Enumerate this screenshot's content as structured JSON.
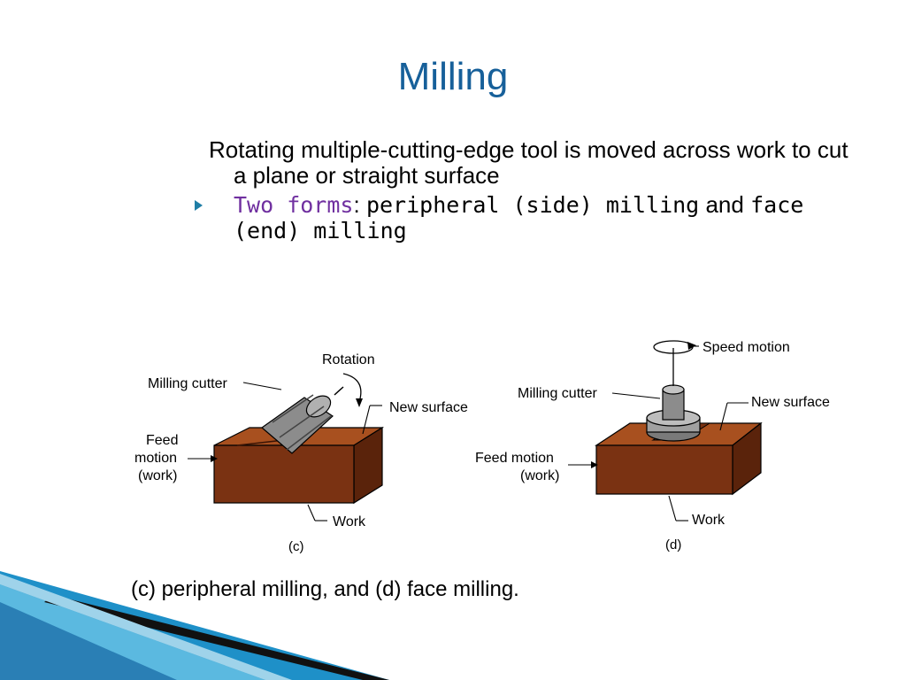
{
  "slide": {
    "title": "Milling",
    "para1": "Rotating multiple-cutting-edge tool is moved across work to cut a plane or straight surface",
    "bullet": {
      "lead": "Two forms",
      "colon": ":",
      "term1": "peripheral (side) milling",
      "and": "and",
      "term2": "face (end) milling"
    },
    "caption": "(c) peripheral milling, and (d) face milling."
  },
  "figure_c": {
    "rotation": "Rotation",
    "milling_cutter": "Milling cutter",
    "new_surface": "New surface",
    "feed": "Feed",
    "motion": "motion",
    "work_paren": "(work)",
    "work": "Work",
    "label": "(c)"
  },
  "figure_d": {
    "speed_motion": "Speed motion",
    "milling_cutter": "Milling cutter",
    "new_surface": "New surface",
    "feed_motion": "Feed motion",
    "work_paren": "(work)",
    "work": "Work",
    "label": "(d)"
  },
  "colors": {
    "title": "#17609a",
    "accent_purple": "#7030a0",
    "wood_dark": "#6b2a0e",
    "wood_light": "#a8501f",
    "tool_gray": "#8c8c8c"
  }
}
